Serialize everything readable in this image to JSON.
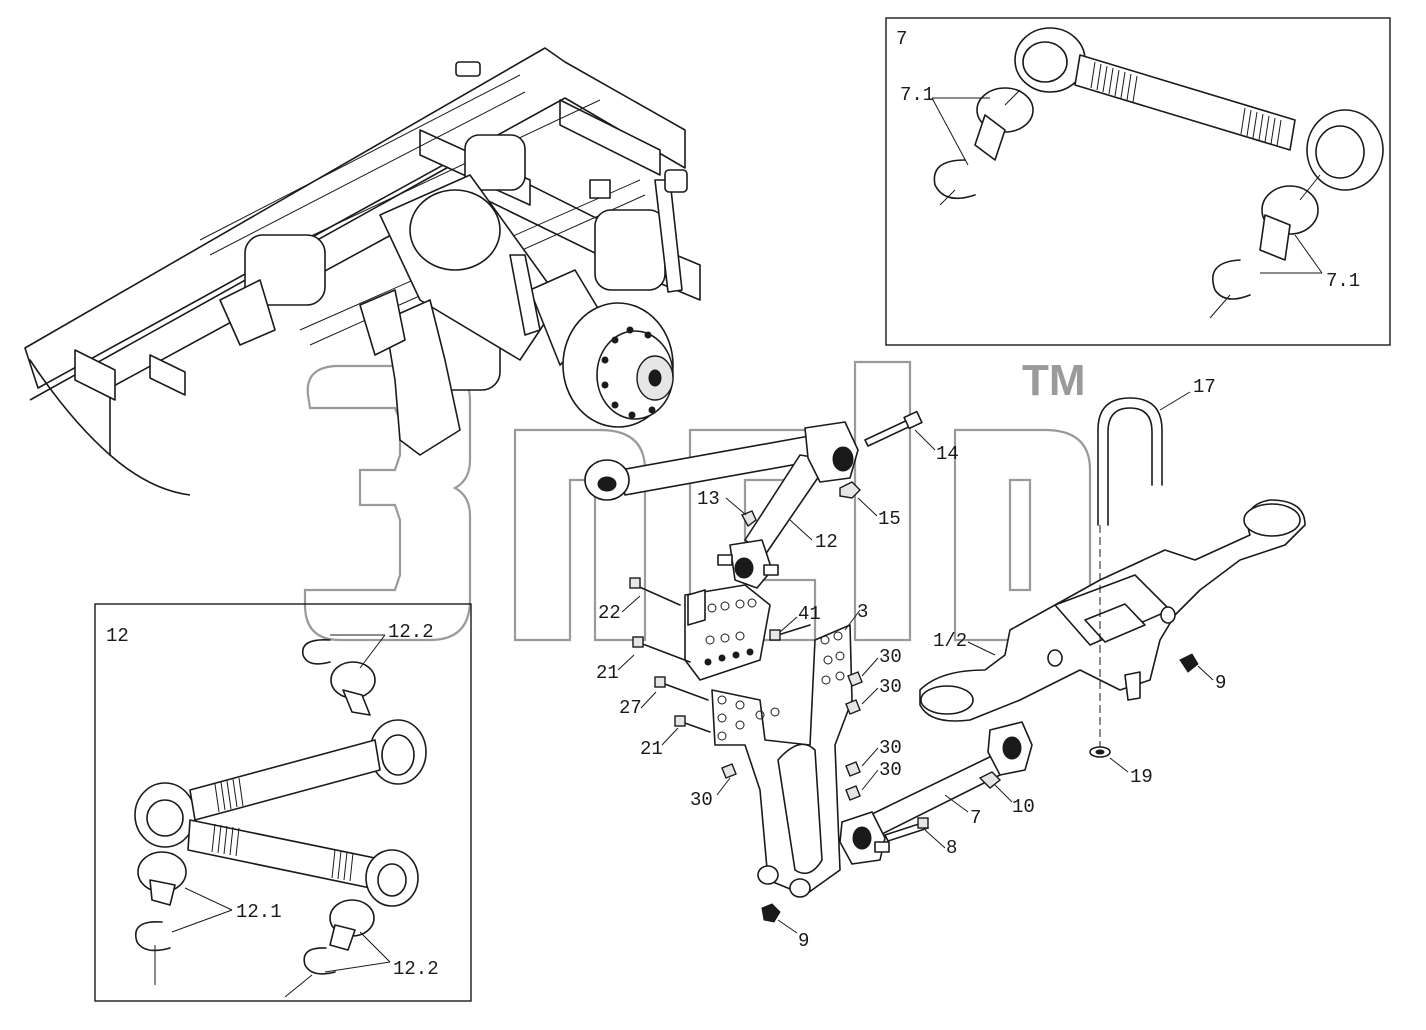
{
  "watermark": {
    "text": "TM"
  },
  "detail_7": {
    "box_label": "7",
    "callouts": [
      "7.1",
      "7.1"
    ]
  },
  "detail_12": {
    "box_label": "12",
    "callouts": [
      "12.2",
      "12.1",
      "12.2"
    ]
  },
  "callouts": [
    {
      "id": "c17",
      "text": "17"
    },
    {
      "id": "c14",
      "text": "14"
    },
    {
      "id": "c15",
      "text": "15"
    },
    {
      "id": "c13",
      "text": "13"
    },
    {
      "id": "c12",
      "text": "12"
    },
    {
      "id": "c22",
      "text": "22"
    },
    {
      "id": "c41",
      "text": "41"
    },
    {
      "id": "c3",
      "text": "3"
    },
    {
      "id": "c1_2",
      "text": "1/2"
    },
    {
      "id": "c21a",
      "text": "21"
    },
    {
      "id": "c30a",
      "text": "30"
    },
    {
      "id": "c30b",
      "text": "30"
    },
    {
      "id": "c9a",
      "text": "9"
    },
    {
      "id": "c27",
      "text": "27"
    },
    {
      "id": "c21b",
      "text": "21"
    },
    {
      "id": "c30c",
      "text": "30"
    },
    {
      "id": "c30d",
      "text": "30"
    },
    {
      "id": "c19",
      "text": "19"
    },
    {
      "id": "c30e",
      "text": "30"
    },
    {
      "id": "c10",
      "text": "10"
    },
    {
      "id": "c7",
      "text": "7"
    },
    {
      "id": "c8",
      "text": "8"
    },
    {
      "id": "c9b",
      "text": "9"
    }
  ]
}
